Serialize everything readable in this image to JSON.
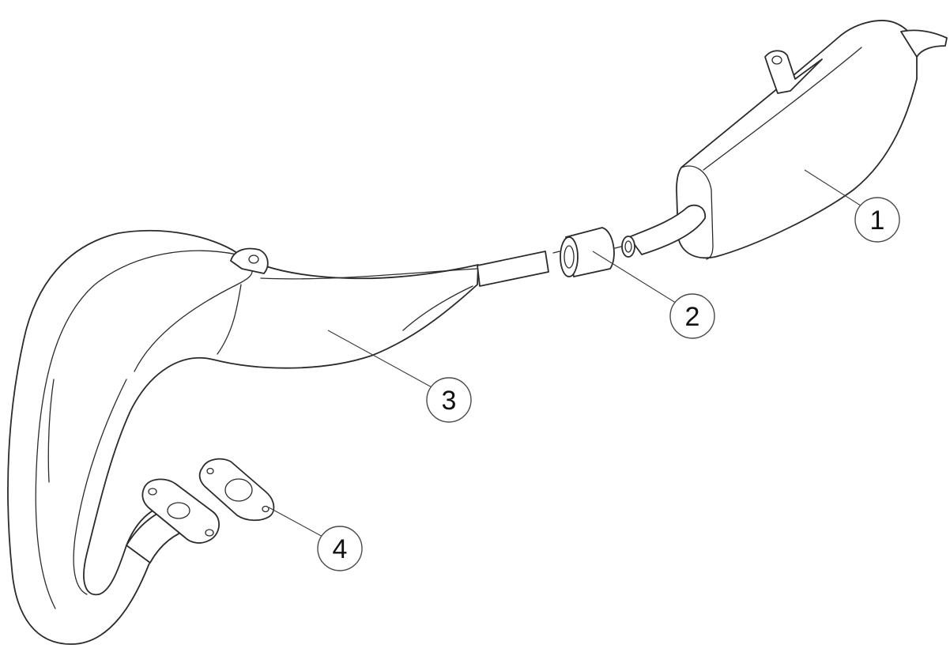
{
  "callouts": [
    {
      "id": "1",
      "label": "1"
    },
    {
      "id": "2",
      "label": "2"
    },
    {
      "id": "3",
      "label": "3"
    },
    {
      "id": "4",
      "label": "4"
    }
  ],
  "colors": {
    "line": "#2b2b2b",
    "background": "#ffffff"
  }
}
